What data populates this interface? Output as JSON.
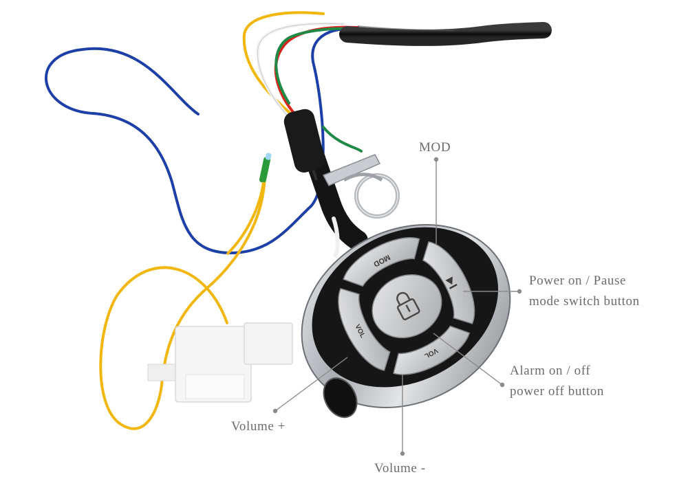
{
  "labels": {
    "mod": "MOD",
    "power_line1": "Power on / Pause",
    "power_line2": "mode switch button",
    "alarm_line1": "Alarm on / off",
    "alarm_line2": "power off button",
    "volume_plus": "Volume +",
    "volume_minus": "Volume -"
  },
  "button_markings": {
    "mod": "MOD",
    "vol_plus": "VOL",
    "vol_minus": "VOL"
  },
  "colors": {
    "label_text": "#6b6b6b",
    "leader_line": "#8a8a8a",
    "wire_blue": "#1c3fa8",
    "wire_yellow": "#f2b70e",
    "wire_red": "#d9241c",
    "wire_green": "#1e8a46",
    "wire_white": "#f4f4f4",
    "cable_black": "#151515",
    "fob_chrome": "#b9bcc0",
    "fob_black": "#161616",
    "button_grey": "#c9cbcd"
  }
}
